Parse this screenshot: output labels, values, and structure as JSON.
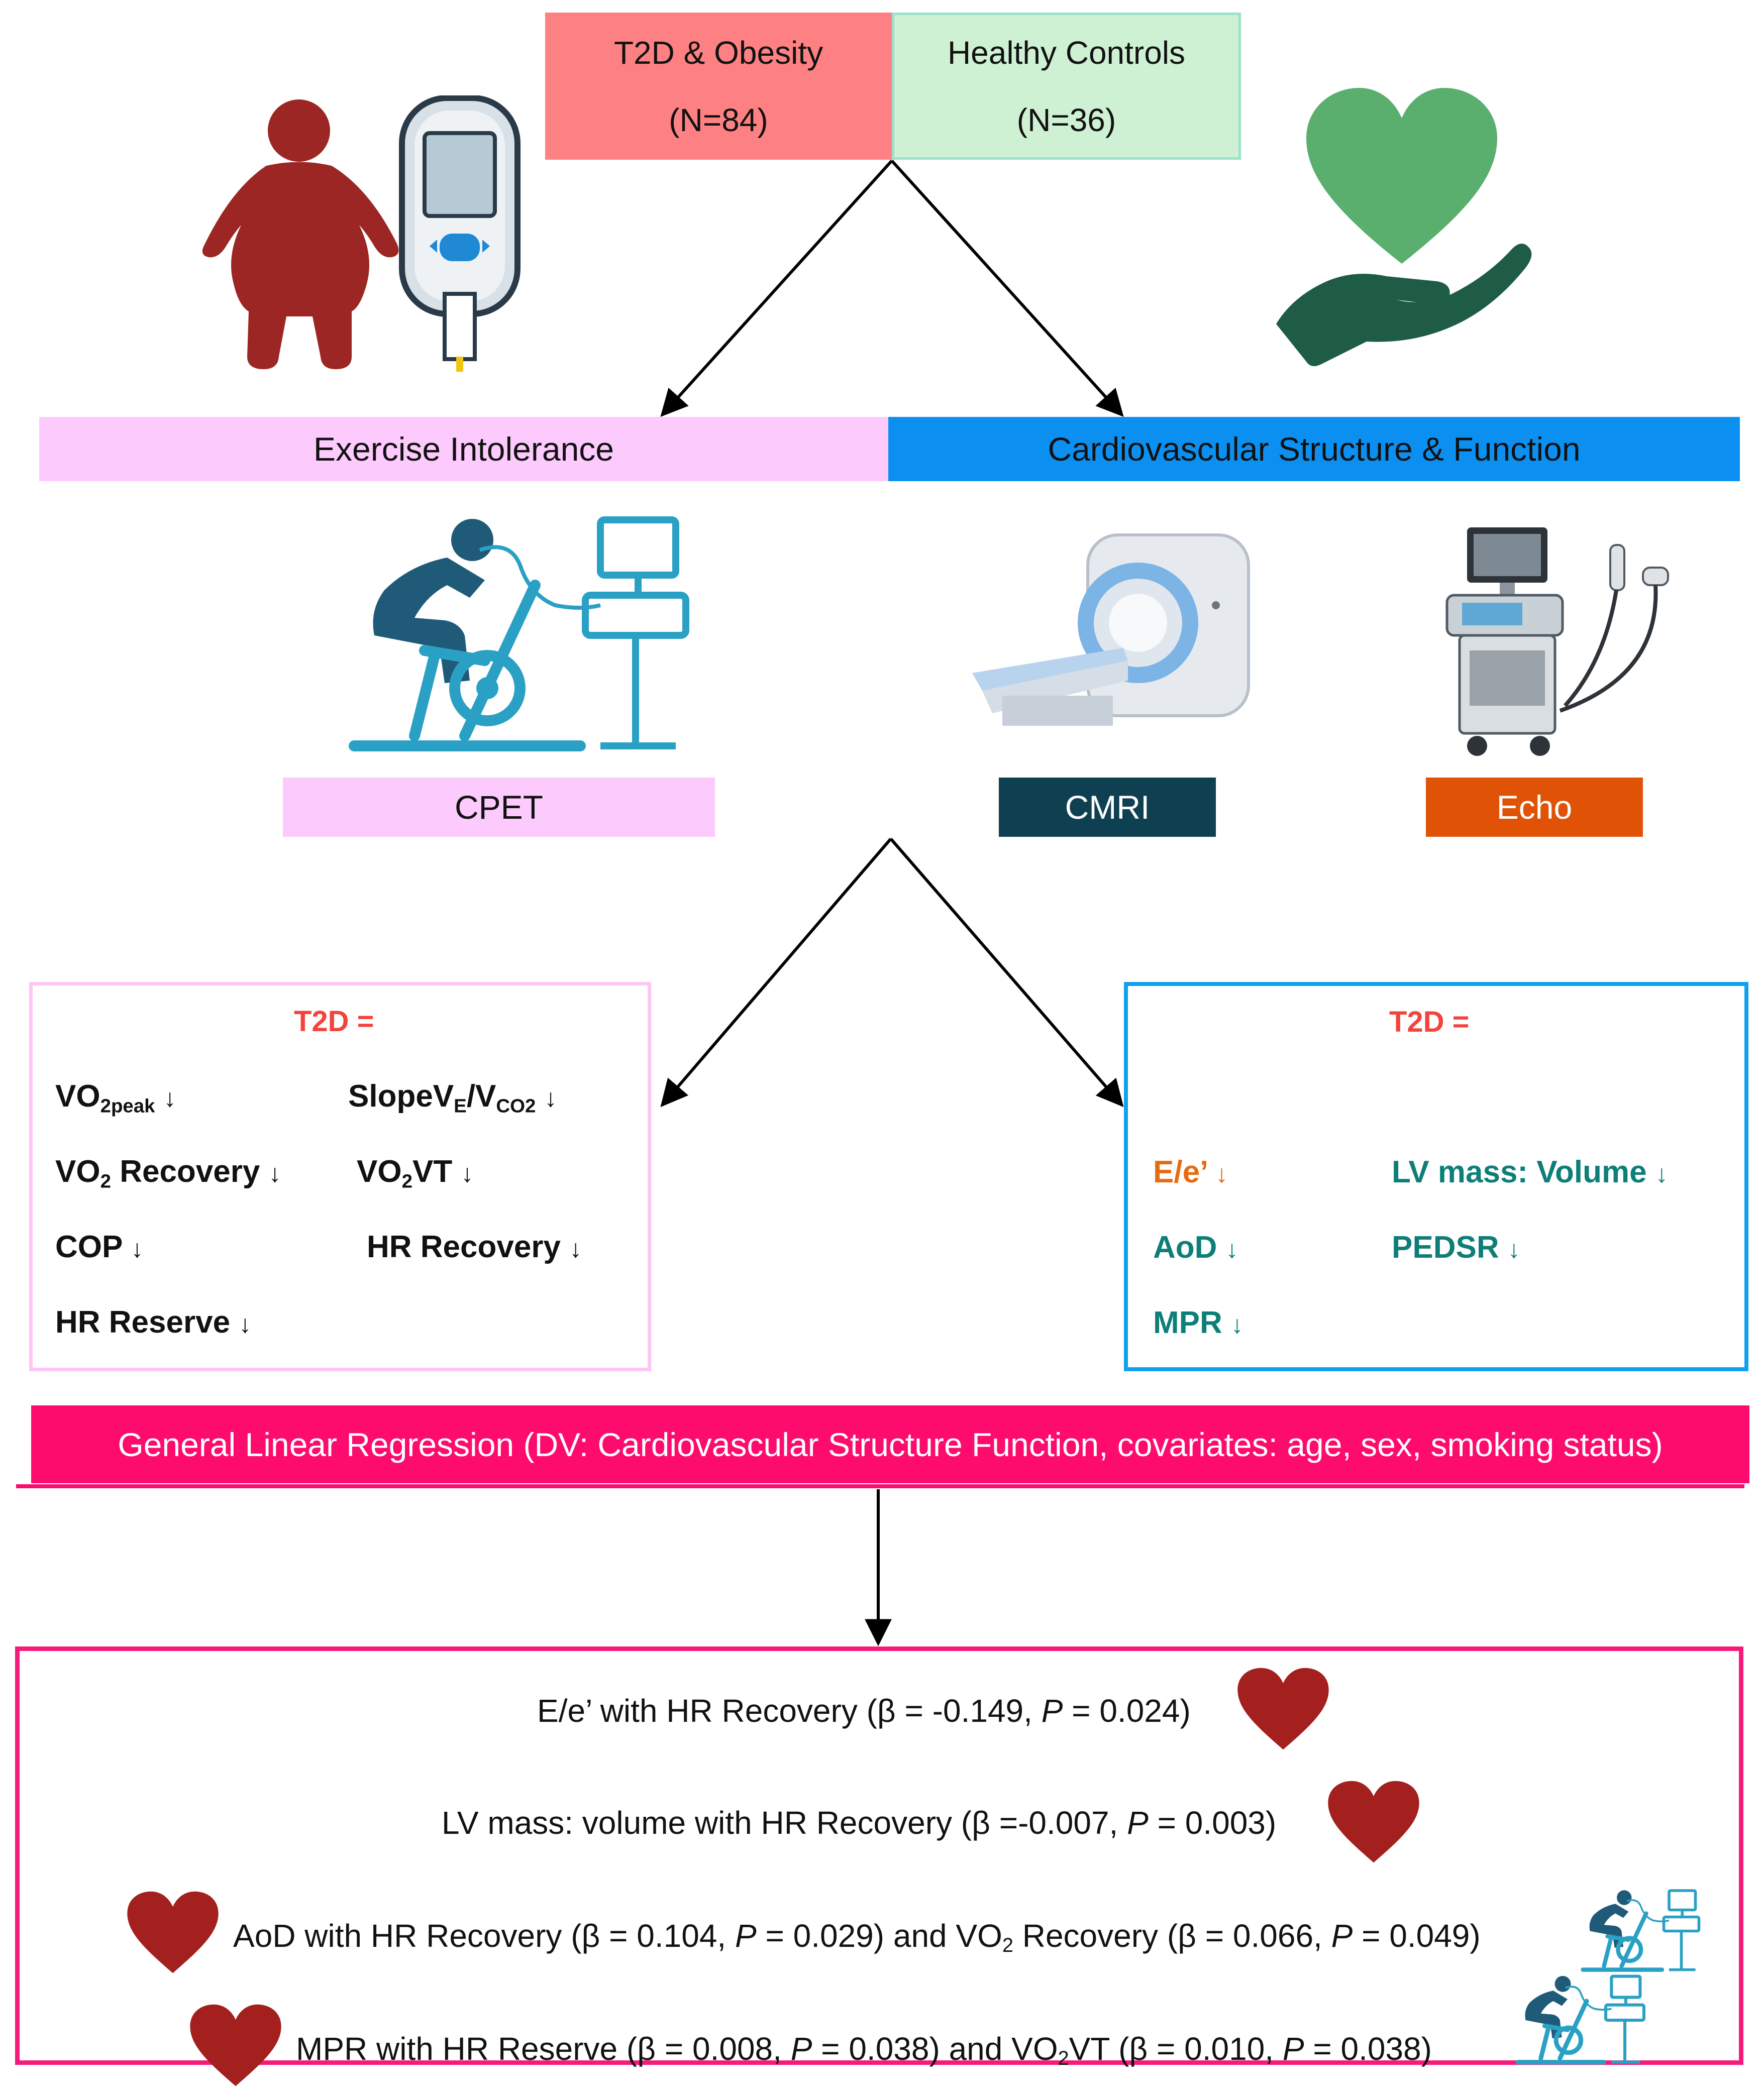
{
  "groups": [
    {
      "name": "T2D & Obesity",
      "n": "(N=84)"
    },
    {
      "name": "Healthy Controls",
      "n": "(N=36)"
    }
  ],
  "domains": {
    "exercise": "Exercise Intolerance",
    "cardio": "Cardiovascular Structure & Function"
  },
  "modalities": {
    "cpet": "CPET",
    "cmri": "CMRI",
    "echo": "Echo"
  },
  "results": {
    "left_title": "T2D =",
    "right_title": "T2D =",
    "left_terms": {
      "vo2peak": {
        "base": "VO",
        "sub": "2peak"
      },
      "slope": {
        "base": "SlopeV",
        "sub1": "E",
        "mid": "/V",
        "sub2": "CO2"
      },
      "vo2_recovery": {
        "base": "VO",
        "sub": "2",
        "rest": " Recovery"
      },
      "vo2vt": {
        "base": "VO",
        "sub": "2",
        "rest": "VT"
      },
      "cop": "COP",
      "hr_recovery": "HR Recovery",
      "hr_reserve": "HR Reserve"
    },
    "right_terms": {
      "ee": "E/e’",
      "lv_mass": "LV mass: Volume",
      "aod": "AoD",
      "pedsr": "PEDSR",
      "mpr": "MPR"
    },
    "down_arrow": "↓"
  },
  "regression": "General Linear Regression (DV: Cardiovascular Structure Function, covariates: age, sex, smoking status)",
  "findings": {
    "f1": {
      "a": "E/e’ with HR Recovery (β = -0.149, ",
      "p": "P",
      "b": " = 0.024)"
    },
    "f2": {
      "a": "LV mass: volume with HR Recovery (β =-0.007, ",
      "p": "P",
      "b": " = 0.003)"
    },
    "f3": {
      "a": "AoD with HR Recovery (β = 0.104, ",
      "p1": "P",
      "b": " = 0.029) and VO",
      "sub": "2",
      "c": " Recovery (β = 0.066, ",
      "p2": "P",
      "d": " = 0.049)"
    },
    "f4": {
      "a": "MPR with HR Reserve (β = 0.008, ",
      "p1": "P",
      "b": " = 0.038) and VO",
      "sub": "2",
      "c": "VT (β = 0.010, ",
      "p2": "P",
      "d": " = 0.038)"
    }
  },
  "colors": {
    "t2d_box": "#fd8182",
    "healthy_box": "#cef1d3",
    "exercise_bar": "#fdcafd",
    "cardio_bar": "#0b90f2",
    "cmri": "#0e4052",
    "echo": "#e05307",
    "regression": "#fe0b6e",
    "heart_red": "#a3201e",
    "teal": "#0d7f78",
    "orange": "#e66c12"
  },
  "icons": [
    "obese-person-icon",
    "glucometer-icon",
    "heart-in-hand-icon",
    "cycling-cpet-icon",
    "mri-scanner-icon",
    "echo-machine-icon",
    "heart-icon"
  ]
}
